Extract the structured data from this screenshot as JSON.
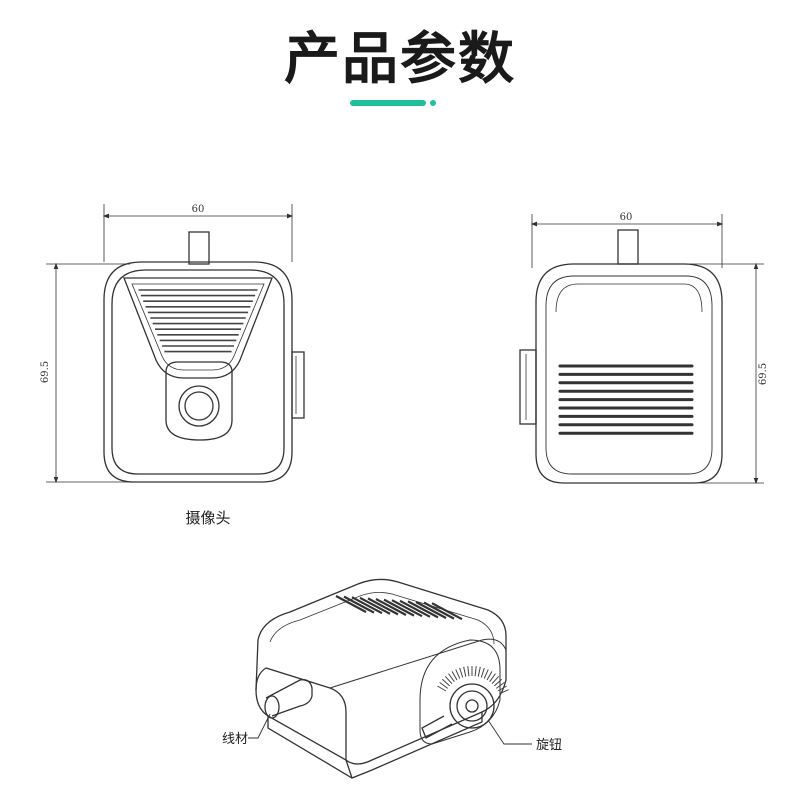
{
  "header": {
    "title": "产品参数",
    "accent_color": "#1fbf9a"
  },
  "front_view": {
    "width_label": "60",
    "height_label": "69.5",
    "caption": "摄像头"
  },
  "back_view": {
    "width_label": "60",
    "height_label": "69.5"
  },
  "iso_view": {
    "cable_label": "线材",
    "knob_label": "旋钮"
  }
}
